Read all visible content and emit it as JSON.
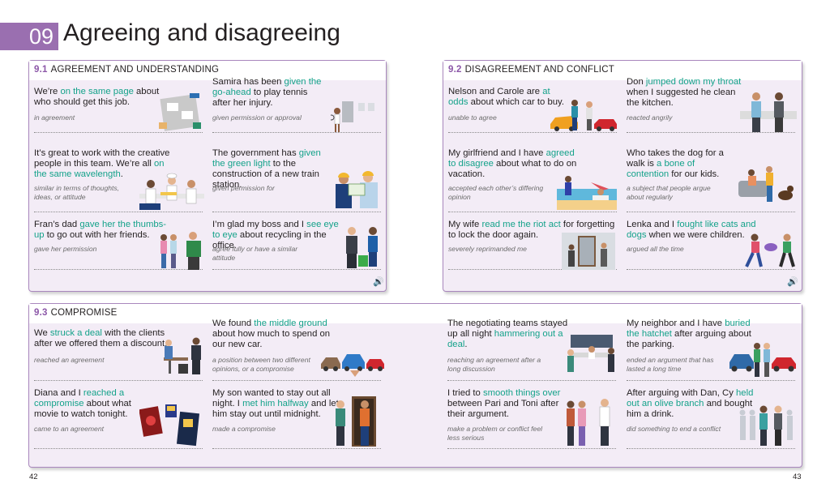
{
  "header": {
    "unit_number": "09",
    "title": "Agreeing and disagreeing"
  },
  "panels": {
    "p91": {
      "number": "9.1",
      "title": "AGREEMENT AND UNDERSTANDING",
      "entries": [
        {
          "pre": "We’re ",
          "hl": "on the same page",
          "post": " about who should get this job.",
          "gloss": "in agreement"
        },
        {
          "pre": "Samira has been ",
          "hl": "given the go-ahead",
          "post": " to play tennis after her injury.",
          "gloss": "given permission or approval"
        },
        {
          "pre": "It’s great to work with the creative people in this team. We’re all ",
          "hl": "on the same wavelength",
          "post": ".",
          "gloss": "similar in terms of thoughts, ideas, or attitude"
        },
        {
          "pre": "The government has ",
          "hl": "given the green light",
          "post": " to the construction of a new train station.",
          "gloss": "given permission for"
        },
        {
          "pre": "Fran’s dad ",
          "hl": "gave her the thumbs-up",
          "post": " to go out with her friends.",
          "gloss": "gave her permission"
        },
        {
          "pre": "I’m glad my boss and I ",
          "hl": "see eye to eye",
          "post": " about recycling in the office.",
          "gloss": "agree fully or have a similar attitude"
        }
      ]
    },
    "p92": {
      "number": "9.2",
      "title": "DISAGREEMENT AND CONFLICT",
      "entries": [
        {
          "pre": "Nelson and Carole are ",
          "hl": "at odds",
          "post": " about which car to buy.",
          "gloss": "unable to agree"
        },
        {
          "pre": "Don ",
          "hl": "jumped down my throat",
          "post": " when I suggested he clean the kitchen.",
          "gloss": "reacted angrily"
        },
        {
          "pre": "My girlfriend and I have ",
          "hl": "agreed to disagree",
          "post": " about what to do on vacation.",
          "gloss": "accepted each other’s differing opinion"
        },
        {
          "pre": "Who takes the dog for a walk is ",
          "hl": "a bone of contention",
          "post": " for our kids.",
          "gloss": "a subject that people argue about regularly"
        },
        {
          "pre": "My wife ",
          "hl": "read me the riot act",
          "post": " for forgetting to lock the door again.",
          "gloss": "severely reprimanded me"
        },
        {
          "pre": "Lenka and I ",
          "hl": "fought like cats and dogs",
          "post": " when we were children.",
          "gloss": "argued all the time"
        }
      ]
    },
    "p93": {
      "number": "9.3",
      "title": "COMPROMISE",
      "entries": [
        {
          "pre": "We ",
          "hl": "struck a deal",
          "post": " with the clients after we offered them a discount.",
          "gloss": "reached an agreement"
        },
        {
          "pre": "We found ",
          "hl": "the middle ground",
          "post": " about how much to spend on our new car.",
          "gloss": "a position between two different opinions, or a compromise"
        },
        {
          "pre": "The negotiating teams stayed up all night ",
          "hl": "hammering out a deal",
          "post": ".",
          "gloss": "reaching an agreement after a long discussion"
        },
        {
          "pre": "My neighbor and I have ",
          "hl": "buried the hatchet",
          "post": " after arguing about the parking.",
          "gloss": "ended an argument that has lasted a long time"
        },
        {
          "pre": "Diana and I ",
          "hl": "reached a compromise",
          "post": " about what movie to watch tonight.",
          "gloss": "came to an agreement"
        },
        {
          "pre": "My son wanted to stay out all night. I ",
          "hl": "met him halfway",
          "post": " and let him stay out until midnight.",
          "gloss": "made a compromise"
        },
        {
          "pre": "I tried to ",
          "hl": "smooth things over",
          "post": " between Pari and Toni after their argument.",
          "gloss": "make a problem or conflict feel less serious"
        },
        {
          "pre": "After arguing with Dan, Cy ",
          "hl": "held out an olive branch",
          "post": " and bought him a drink.",
          "gloss": "did something to end a conflict"
        }
      ]
    }
  },
  "page_numbers": {
    "left": "42",
    "right": "43"
  },
  "icons": {
    "audio": "speaker-icon"
  },
  "colors": {
    "accent": "#9a6fb0",
    "highlight": "#14a28a",
    "panel_bg": "#f3ecf6"
  }
}
